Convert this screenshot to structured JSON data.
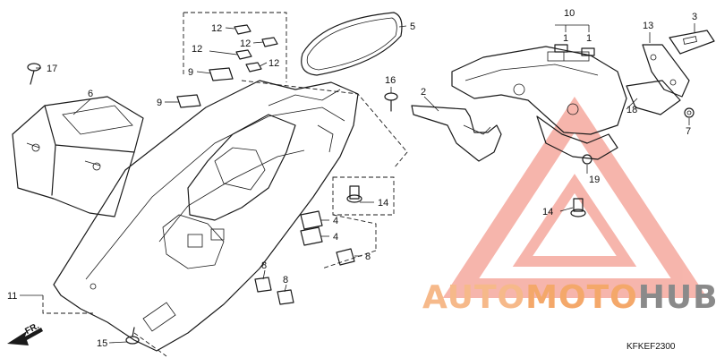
{
  "diagram": {
    "code": "KFKEF2300",
    "direction_label": "FR.",
    "callouts": {
      "c1a": "1",
      "c1b": "1",
      "c2": "2",
      "c3": "3",
      "c4a": "4",
      "c4b": "4",
      "c5": "5",
      "c6": "6",
      "c7": "7",
      "c8a": "8",
      "c8b": "8",
      "c8c": "8",
      "c9a": "9",
      "c9b": "9",
      "c10": "10",
      "c11": "11",
      "c12a": "12",
      "c12b": "12",
      "c12c": "12",
      "c12d": "12",
      "c13": "13",
      "c14a": "14",
      "c14b": "14",
      "c15": "15",
      "c16": "16",
      "c17": "17",
      "c18": "18",
      "c19": "19"
    }
  },
  "watermark": {
    "auto": "AUTO",
    "moto": "MOTO",
    "hub": "HUB",
    "color_red": "#f07a6a",
    "color_orange": "#f4a86a",
    "color_gray": "#8a8a8a"
  }
}
